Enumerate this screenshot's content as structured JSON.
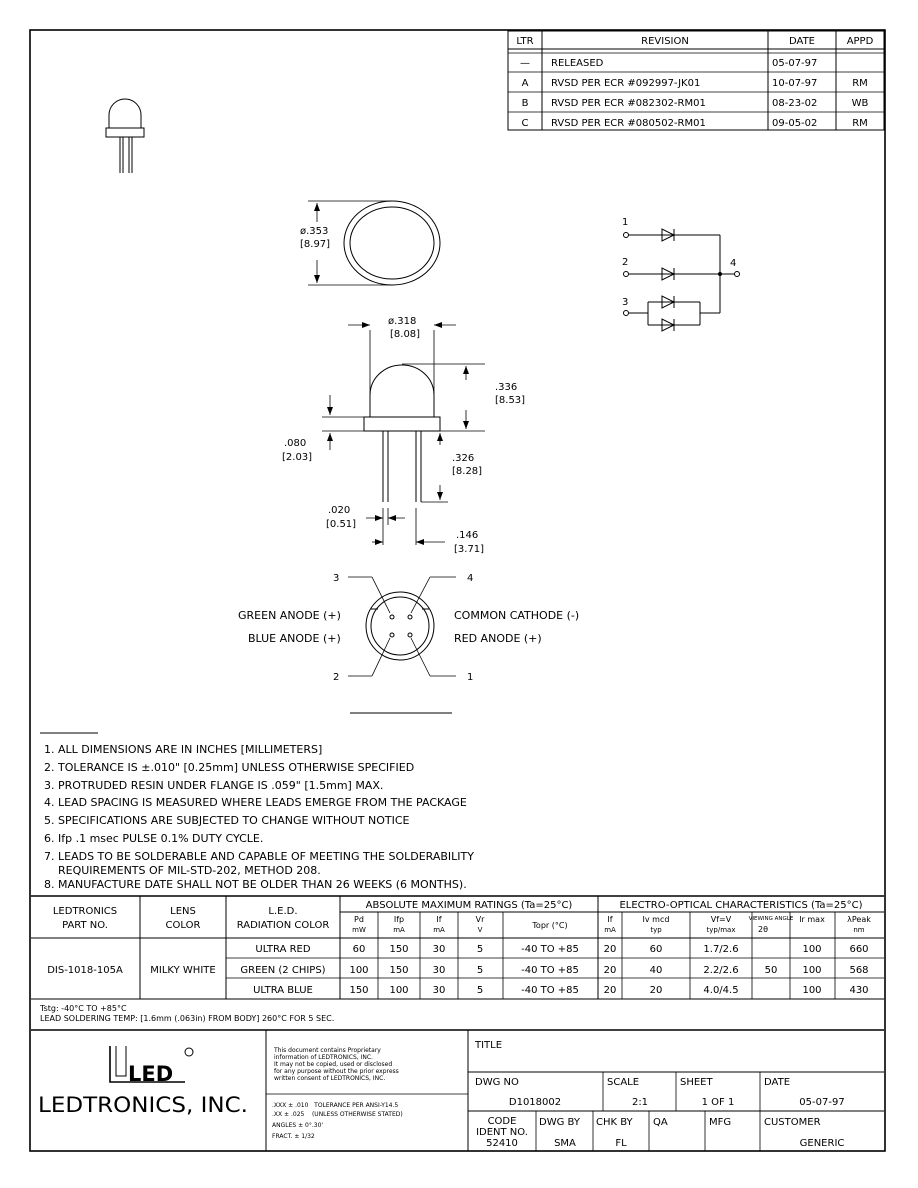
{
  "revisions": {
    "headers": [
      "LTR",
      "REVISION",
      "DATE",
      "APPD"
    ],
    "rows": [
      {
        "ltr": "—",
        "rev": "RELEASED",
        "date": "05-07-97",
        "appd": ""
      },
      {
        "ltr": "A",
        "rev": "RVSD PER ECR #092997-JK01",
        "date": "10-07-97",
        "appd": "RM"
      },
      {
        "ltr": "B",
        "rev": "RVSD PER ECR #082302-RM01",
        "date": "08-23-02",
        "appd": "WB"
      },
      {
        "ltr": "C",
        "rev": "RVSD PER ECR #080502-RM01",
        "date": "09-05-02",
        "appd": "RM"
      }
    ]
  },
  "dimensions": {
    "top_dia": [
      "ø.353",
      "[8.97]"
    ],
    "lens_dia": [
      "ø.318",
      "[8.08]"
    ],
    "lens_height": [
      ".336",
      "[8.53]"
    ],
    "flange": [
      ".080",
      "[2.03]"
    ],
    "lead_len": [
      ".326",
      "[8.28]"
    ],
    "lead_w": [
      ".020",
      "[0.51]"
    ],
    "spacing": [
      ".146",
      "[3.71]"
    ]
  },
  "schematic": {
    "pin1": "1",
    "pin2": "2",
    "pin3": "3",
    "pin4": "4"
  },
  "pinout": {
    "pin3": "3",
    "pin4": "4",
    "pin2": "2",
    "pin1": "1",
    "green": "GREEN ANODE (+)",
    "blue": "BLUE ANODE (+)",
    "common": "COMMON CATHODE (-)",
    "red": "RED ANODE (+)"
  },
  "notes": [
    "1. ALL DIMENSIONS ARE IN INCHES [MILLIMETERS]",
    "2. TOLERANCE IS ±.010\" [0.25mm] UNLESS OTHERWISE SPECIFIED",
    "3. PROTRUDED RESIN UNDER FLANGE IS .059\" [1.5mm] MAX.",
    "4. LEAD SPACING IS MEASURED WHERE LEADS EMERGE FROM THE PACKAGE",
    "5. SPECIFICATIONS ARE SUBJECTED TO CHANGE WITHOUT NOTICE",
    "6. Ifp .1 msec PULSE 0.1% DUTY CYCLE.",
    "7. LEADS TO BE SOLDERABLE AND CAPABLE OF MEETING THE SOLDERABILITY",
    "    REQUIREMENTS OF MIL-STD-202, METHOD 208.",
    "8. MANUFACTURE DATE SHALL NOT BE OLDER THAN 26 WEEKS (6 MONTHS)."
  ],
  "spec": {
    "part_hdr": [
      "LEDTRONICS",
      "PART NO."
    ],
    "lens_hdr": [
      "LENS",
      "COLOR"
    ],
    "led_hdr": [
      "L.E.D.",
      "RADIATION COLOR"
    ],
    "abs_hdr": "ABSOLUTE MAXIMUM RATINGS (Ta=25°C)",
    "eo_hdr": "ELECTRO-OPTICAL CHARACTERISTICS (Ta=25°C)",
    "sub": [
      [
        "Pd",
        "mW"
      ],
      [
        "Ifp",
        "mA"
      ],
      [
        "If",
        "mA"
      ],
      [
        "Vr",
        "V"
      ],
      [
        "Topr (°C)",
        ""
      ],
      [
        "If",
        "mA"
      ],
      [
        "Iv mcd",
        "typ"
      ],
      [
        "Vf=V",
        "typ/max"
      ],
      [
        "VIEWING ANGLE",
        "2θ"
      ],
      [
        "Ir max",
        ""
      ],
      [
        "λPeak",
        "nm"
      ]
    ],
    "part_no": "DIS-1018-105A",
    "lens": "MILKY WHITE",
    "view": "50",
    "rows": [
      {
        "color": "ULTRA RED",
        "pd": "60",
        "ifp": "150",
        "if": "30",
        "vr": "5",
        "topr": "-40 TO +85",
        "if2": "20",
        "iv": "60",
        "vf": "1.7/2.6",
        "ir": "100",
        "peak": "660"
      },
      {
        "color": "GREEN (2 CHIPS)",
        "pd": "100",
        "ifp": "150",
        "if": "30",
        "vr": "5",
        "topr": "-40 TO +85",
        "if2": "20",
        "iv": "40",
        "vf": "2.2/2.6",
        "ir": "100",
        "peak": "568"
      },
      {
        "color": "ULTRA BLUE",
        "pd": "150",
        "ifp": "100",
        "if": "30",
        "vr": "5",
        "topr": "-40 TO +85",
        "if2": "20",
        "iv": "20",
        "vf": "4.0/4.5",
        "ir": "100",
        "peak": "430"
      }
    ]
  },
  "footnote": {
    "line1": "Tstg: -40°C TO +85°C",
    "line2": "LEAD SOLDERING TEMP: [1.6mm (.063in) FROM BODY] 260°C FOR 5 SEC."
  },
  "title_block": {
    "logo": "LED",
    "company": "LEDTRONICS, INC.",
    "proprietary": [
      "This document contains Proprietary",
      "information of LEDTRONICS, INC.",
      "It may not be copied, used or disclosed",
      "for any purpose without the prior express",
      "written consent of LEDTRONICS, INC."
    ],
    "tolerances": [
      ".XXX ± .010   TOLERANCE PER ANSI-Y14.5",
      ".XX ± .025    (UNLESS OTHERWISE STATED)",
      "ANGLES ± 0°.30'",
      "FRACT. ± 1/32"
    ],
    "title_label": "TITLE",
    "dwg_no_label": "DWG NO",
    "dwg_no": "D1018002",
    "scale_label": "SCALE",
    "scale": "2:1",
    "sheet_label": "SHEET",
    "sheet": "1 OF 1",
    "date_label": "DATE",
    "date": "05-07-97",
    "code_label": [
      "CODE",
      "IDENT NO."
    ],
    "code": "52410",
    "dwg_by_label": "DWG BY",
    "dwg_by": "SMA",
    "chk_by_label": "CHK BY",
    "chk_by": "FL",
    "qa_label": "QA",
    "mfg_label": "MFG",
    "customer_label": "CUSTOMER",
    "customer": "GENERIC"
  }
}
